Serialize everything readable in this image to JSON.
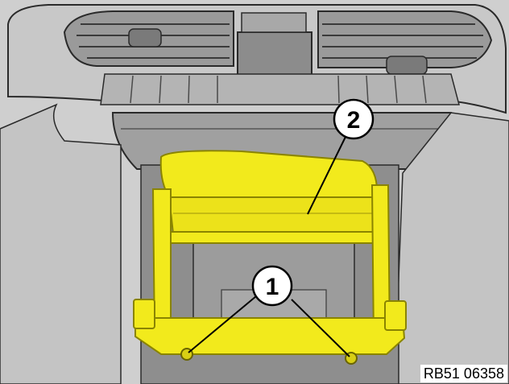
{
  "callouts": [
    {
      "label": "1"
    },
    {
      "label": "2"
    }
  ],
  "reference_code": "RB51 06358",
  "colors": {
    "background_part": "#d4d4d4",
    "panel_dark": "#8f8f8f",
    "highlight_part": "#f2ea1c",
    "highlight_edge": "#8a8400",
    "line": "#2a2a2a"
  }
}
